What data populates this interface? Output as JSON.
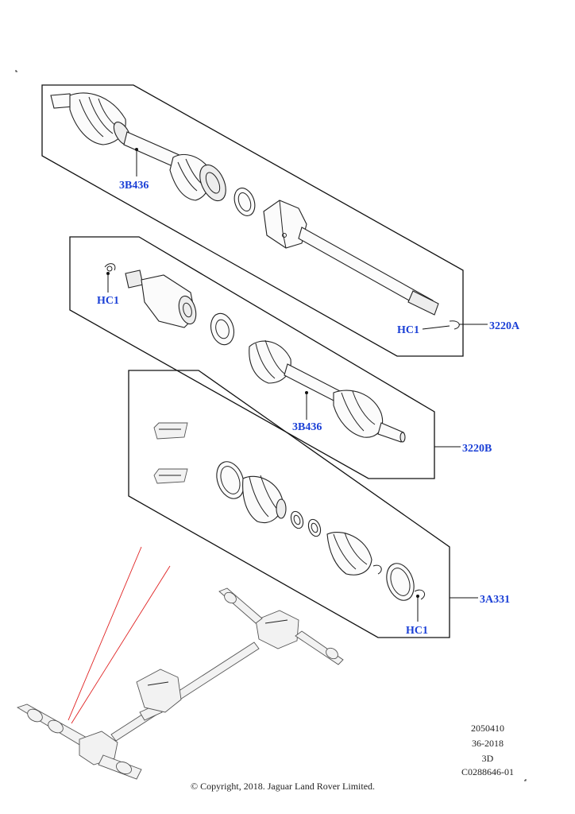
{
  "callouts": {
    "shaft_top": "3B436",
    "hc1_middle": "HC1",
    "hc1_top": "HC1",
    "assembly_a": "3220A",
    "shaft_middle": "3B436",
    "assembly_b": "3220B",
    "kit": "3A331",
    "hc1_bottom": "HC1"
  },
  "reference_block": {
    "line1": "2050410",
    "line2": "36-2018",
    "line3": "3D",
    "line4": "C0288646-01"
  },
  "copyright": "© Copyright, 2018. Jaguar Land Rover Limited.",
  "colors": {
    "callout_text": "#1a3fd6",
    "leader_red": "#e02020",
    "line": "#111111"
  }
}
